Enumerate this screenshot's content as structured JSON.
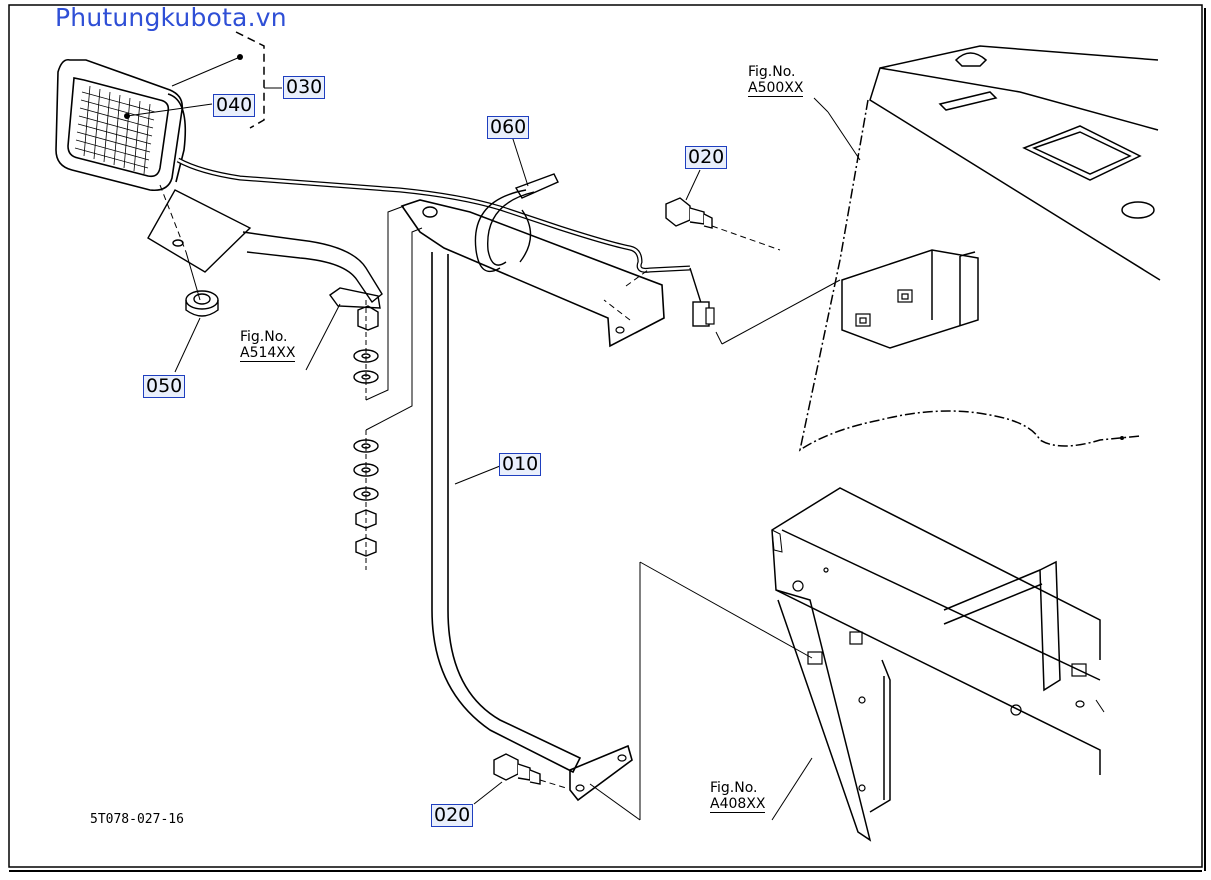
{
  "watermark": "Phutungkubota.vn",
  "drawing_code": "5T078-027-16",
  "callouts": {
    "p010": "010",
    "p020_top": "020",
    "p020_bottom": "020",
    "p030": "030",
    "p040": "040",
    "p050": "050",
    "p060": "060"
  },
  "figrefs": {
    "a500": {
      "line1": "Fig.No.",
      "line2": "A500XX"
    },
    "a514": {
      "line1": "Fig.No.",
      "line2": "A514XX"
    },
    "a408": {
      "line1": "Fig.No.",
      "line2": "A408XX"
    }
  }
}
